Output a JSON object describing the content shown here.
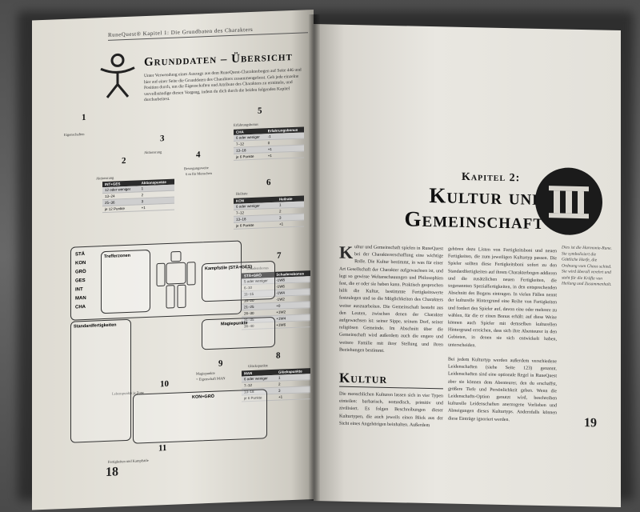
{
  "left_page": {
    "header": "RuneQuest® Kapitel 1: Die Grundbaten des Charakters",
    "title": "Grunddaten – Übersicht",
    "intro": "Unter Verwendung eines Auszugs aus dem RuneQuest-Charakterbogen auf Seite 446 und hier auf einer Seite die Grunddaten des Charakters zusammengefasst. Geh jede einzelne Position durch, um die Eigenschaften und Attribute des Charakters zu ermitteln, und vervollständige diesen Vorgang, indem du dich durch die beiden folgenden Kapitel durcharbeitest.",
    "callout_numbers": [
      "1",
      "2",
      "3",
      "4",
      "5",
      "6",
      "7",
      "8",
      "9",
      "10",
      "11"
    ],
    "callouts": {
      "c1": "Eigenschaften",
      "c2": "Aktionsrang",
      "c3": "Aktionsrang",
      "c4": "Bewegungsweite",
      "c4_sub": "6 m für Menschen",
      "c5": "Erfahrungsbonus",
      "c6": "Heilrate",
      "c7": "Schadensbonus",
      "c8": "Glückspunkte",
      "c9": "Magiepunkte",
      "c9_sub": "= Eigenschaft MAN",
      "c10": "Lebenspunkte je Zone",
      "c11": "Fertigkeiten und Kampfstile"
    },
    "table_aktionsrang": {
      "headers": [
        "INT+GES",
        "Aktionspunkte"
      ],
      "rows": [
        [
          "12 oder weniger",
          "1"
        ],
        [
          "13–24",
          "2"
        ],
        [
          "25–36",
          "3"
        ],
        [
          "je 12 Punkte",
          "+1"
        ]
      ]
    },
    "table_erfahrung": {
      "headers": [
        "CHA",
        "Erfahrungsbonus"
      ],
      "rows": [
        [
          "6 oder weniger",
          "-1"
        ],
        [
          "7–12",
          "0"
        ],
        [
          "13–18",
          "+1"
        ],
        [
          "je 6 Punkte",
          "+1"
        ]
      ]
    },
    "table_heilrate": {
      "headers": [
        "KON",
        "Heilrate"
      ],
      "rows": [
        [
          "6 oder weniger",
          "1"
        ],
        [
          "7–12",
          "2"
        ],
        [
          "13–18",
          "3"
        ],
        [
          "je 6 Punkte",
          "+1"
        ]
      ]
    },
    "table_schaden": {
      "headers": [
        "STÄ+GRÖ",
        "Schadensbonus"
      ],
      "rows": [
        [
          "5 oder weniger",
          "-1W8"
        ],
        [
          "6–10",
          "-1W6"
        ],
        [
          "11–15",
          "-1W4"
        ],
        [
          "16–20",
          "-1W2"
        ],
        [
          "21–25",
          "+0"
        ],
        [
          "26–30",
          "+1W2"
        ],
        [
          "31–35",
          "+1W4"
        ],
        [
          "36–40",
          "+1W6"
        ]
      ]
    },
    "table_glueck": {
      "headers": [
        "MAN",
        "Glückspunkte"
      ],
      "rows": [
        [
          "6 oder weniger",
          "1"
        ],
        [
          "7–12",
          "2"
        ],
        [
          "13–18",
          "3"
        ],
        [
          "je 6 Punkte",
          "+1"
        ]
      ]
    },
    "attributes": [
      "STÄ",
      "KON",
      "GRÖ",
      "GES",
      "INT",
      "MAN",
      "CHA"
    ],
    "sheet_labels": {
      "trefferzonen": "Trefferzonen",
      "kampfstile": "Kampfstile (STÄ+GES)",
      "magiepunkte": "Magiepunkte",
      "standardfertigkeiten": "Standardfertigkeiten",
      "kon_gro": "KON+GRÖ"
    },
    "page_number": "18"
  },
  "right_page": {
    "chapter_kicker": "Kapitel 2:",
    "chapter_title": "Kultur und Gemeinschaft",
    "sidebar": "Dies ist die Harmonie-Rune. Sie symbolisiert die Göttliche Harfe, die Ordnung vom Chaos schied. Sie wird überall verehrt und steht für die Kräfte von Heilung und Zusammenhalt.",
    "col1_dropcap": "K",
    "col1_text": "ultur und Gemeinschaft spielen in RuneQuest bei der Charaktererschaffung eine wichtige Rolle. Die Kultur bestimmt, in was für einer Art Gesellschaft der Charakter aufgewachsen ist, und legt so gewisse Weltanschauungen und Philosophien fest, die er oder sie haben kann. Praktisch gesprochen hilft die Kultur, bestimmte Fertigkeitswerte festzulegen und so die Möglichkeiten des Charakters weiter auszuarbeiten. Die Gemeinschaft besteht aus den Leuten, zwischen denen der Charakter aufgewachsen ist: seiner Sippe, seinem Dorf, seiner religiösen Gemeinde. Im Abschnitt über die Gemeinschaft wird außerdem auch die engere und weitere Familie mit ihrer Stellung und ihren Beziehungen bestimmt.",
    "kultur_heading": "Kultur",
    "col1_text2": "Die menschlichen Kulturen lassen sich in vier Typen einteilen: barbarisch, nomadisch, primitiv und zivilisiert. Es folgen Beschreibungen dieser Kulturtypen, die auch jeweils einen Blick aus der Sicht eines Angehörigen beinhalten. Außerdem",
    "col2_text": "gehören dazu Listen von Fertigkeitsboni und neuen Fertigkeiten, die zum jeweiligen Kulturtyp passen. Die Spieler sollten diese Fertigkeitsboni sofort zu den Standardfertigkeiten auf ihrem Charakterbogen addieren und die zusätzlichen neuen Fertigkeiten, die sogenannten Spezialfertigkeiten, in den entsprechenden Abschnitt des Bogens eintragen. In vielen Fällen nennt der kulturelle Hintergrund eine Reihe von Fertigkeiten und fordert den Spieler auf, davon eine oder mehrere zu wählen, für die er einen Bonus erhält: auf diese Weise können auch Spieler mit demselben kulturellen Hintergrund erreichen, dass sich ihre Abenteurer in den Gebieten, in denen sie sich entwickelt haben, unterscheiden.",
    "col2_text2": "Bei jedem Kulturtyp werden außerdem verschiedene Leidenschaften (siehe Seite 123) genannt. Leidenschaften sind eine optionale Regel in RuneQuest aber sie können dem Abenteurer, den du erschaffst, größere Tiefe und Persönlichkeit geben. Wenn die Leidenschafts-Option genutzt wird, beschreiben kulturelle Leidenschaften anerzogene Vorlieben und Abneigungen dieses Kulturtyps. Andernfalls können diese Einträge ignoriert werden.",
    "page_number": "19"
  }
}
